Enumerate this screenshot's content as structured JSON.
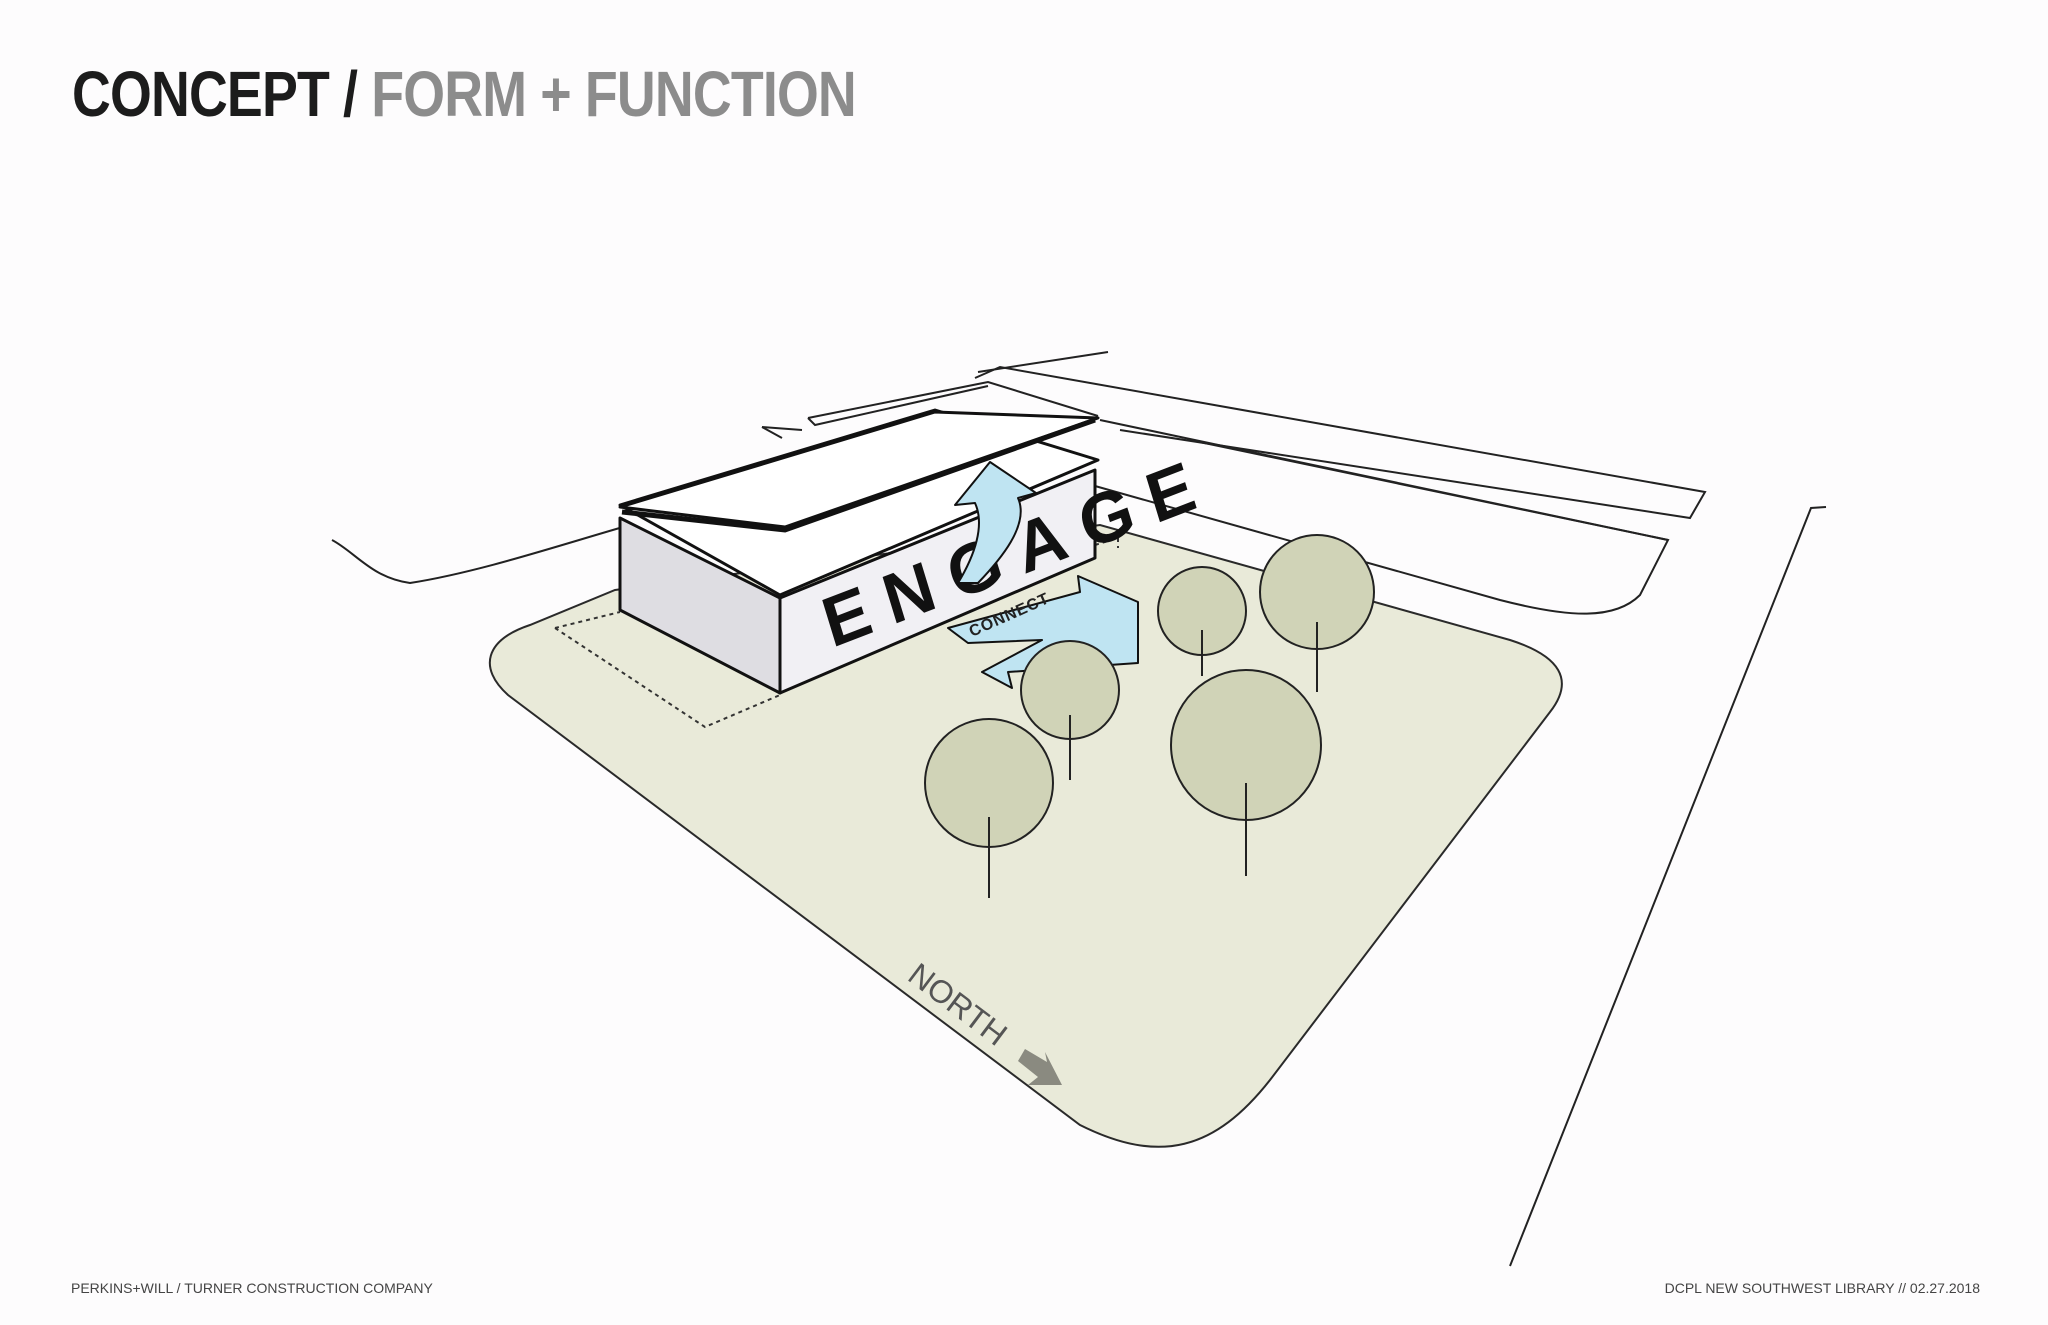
{
  "title": {
    "main": "CONCEPT",
    "separator": "/",
    "sub": "FORM + FUNCTION"
  },
  "diagram": {
    "building_label": "ENGAGE",
    "arrow_label": "CONNECT",
    "north_label": "NORTH",
    "colors": {
      "site": "#e9ead9",
      "trees": "#d0d3b7",
      "arrows": "#bfe4f2",
      "building_side": "#dedde2",
      "building_face": "#f1f0f4",
      "north_arrow": "#8a8a80"
    }
  },
  "footer": {
    "left": "PERKINS+WILL / TURNER CONSTRUCTION COMPANY",
    "right": "DCPL NEW SOUTHWEST LIBRARY // 02.27.2018"
  }
}
